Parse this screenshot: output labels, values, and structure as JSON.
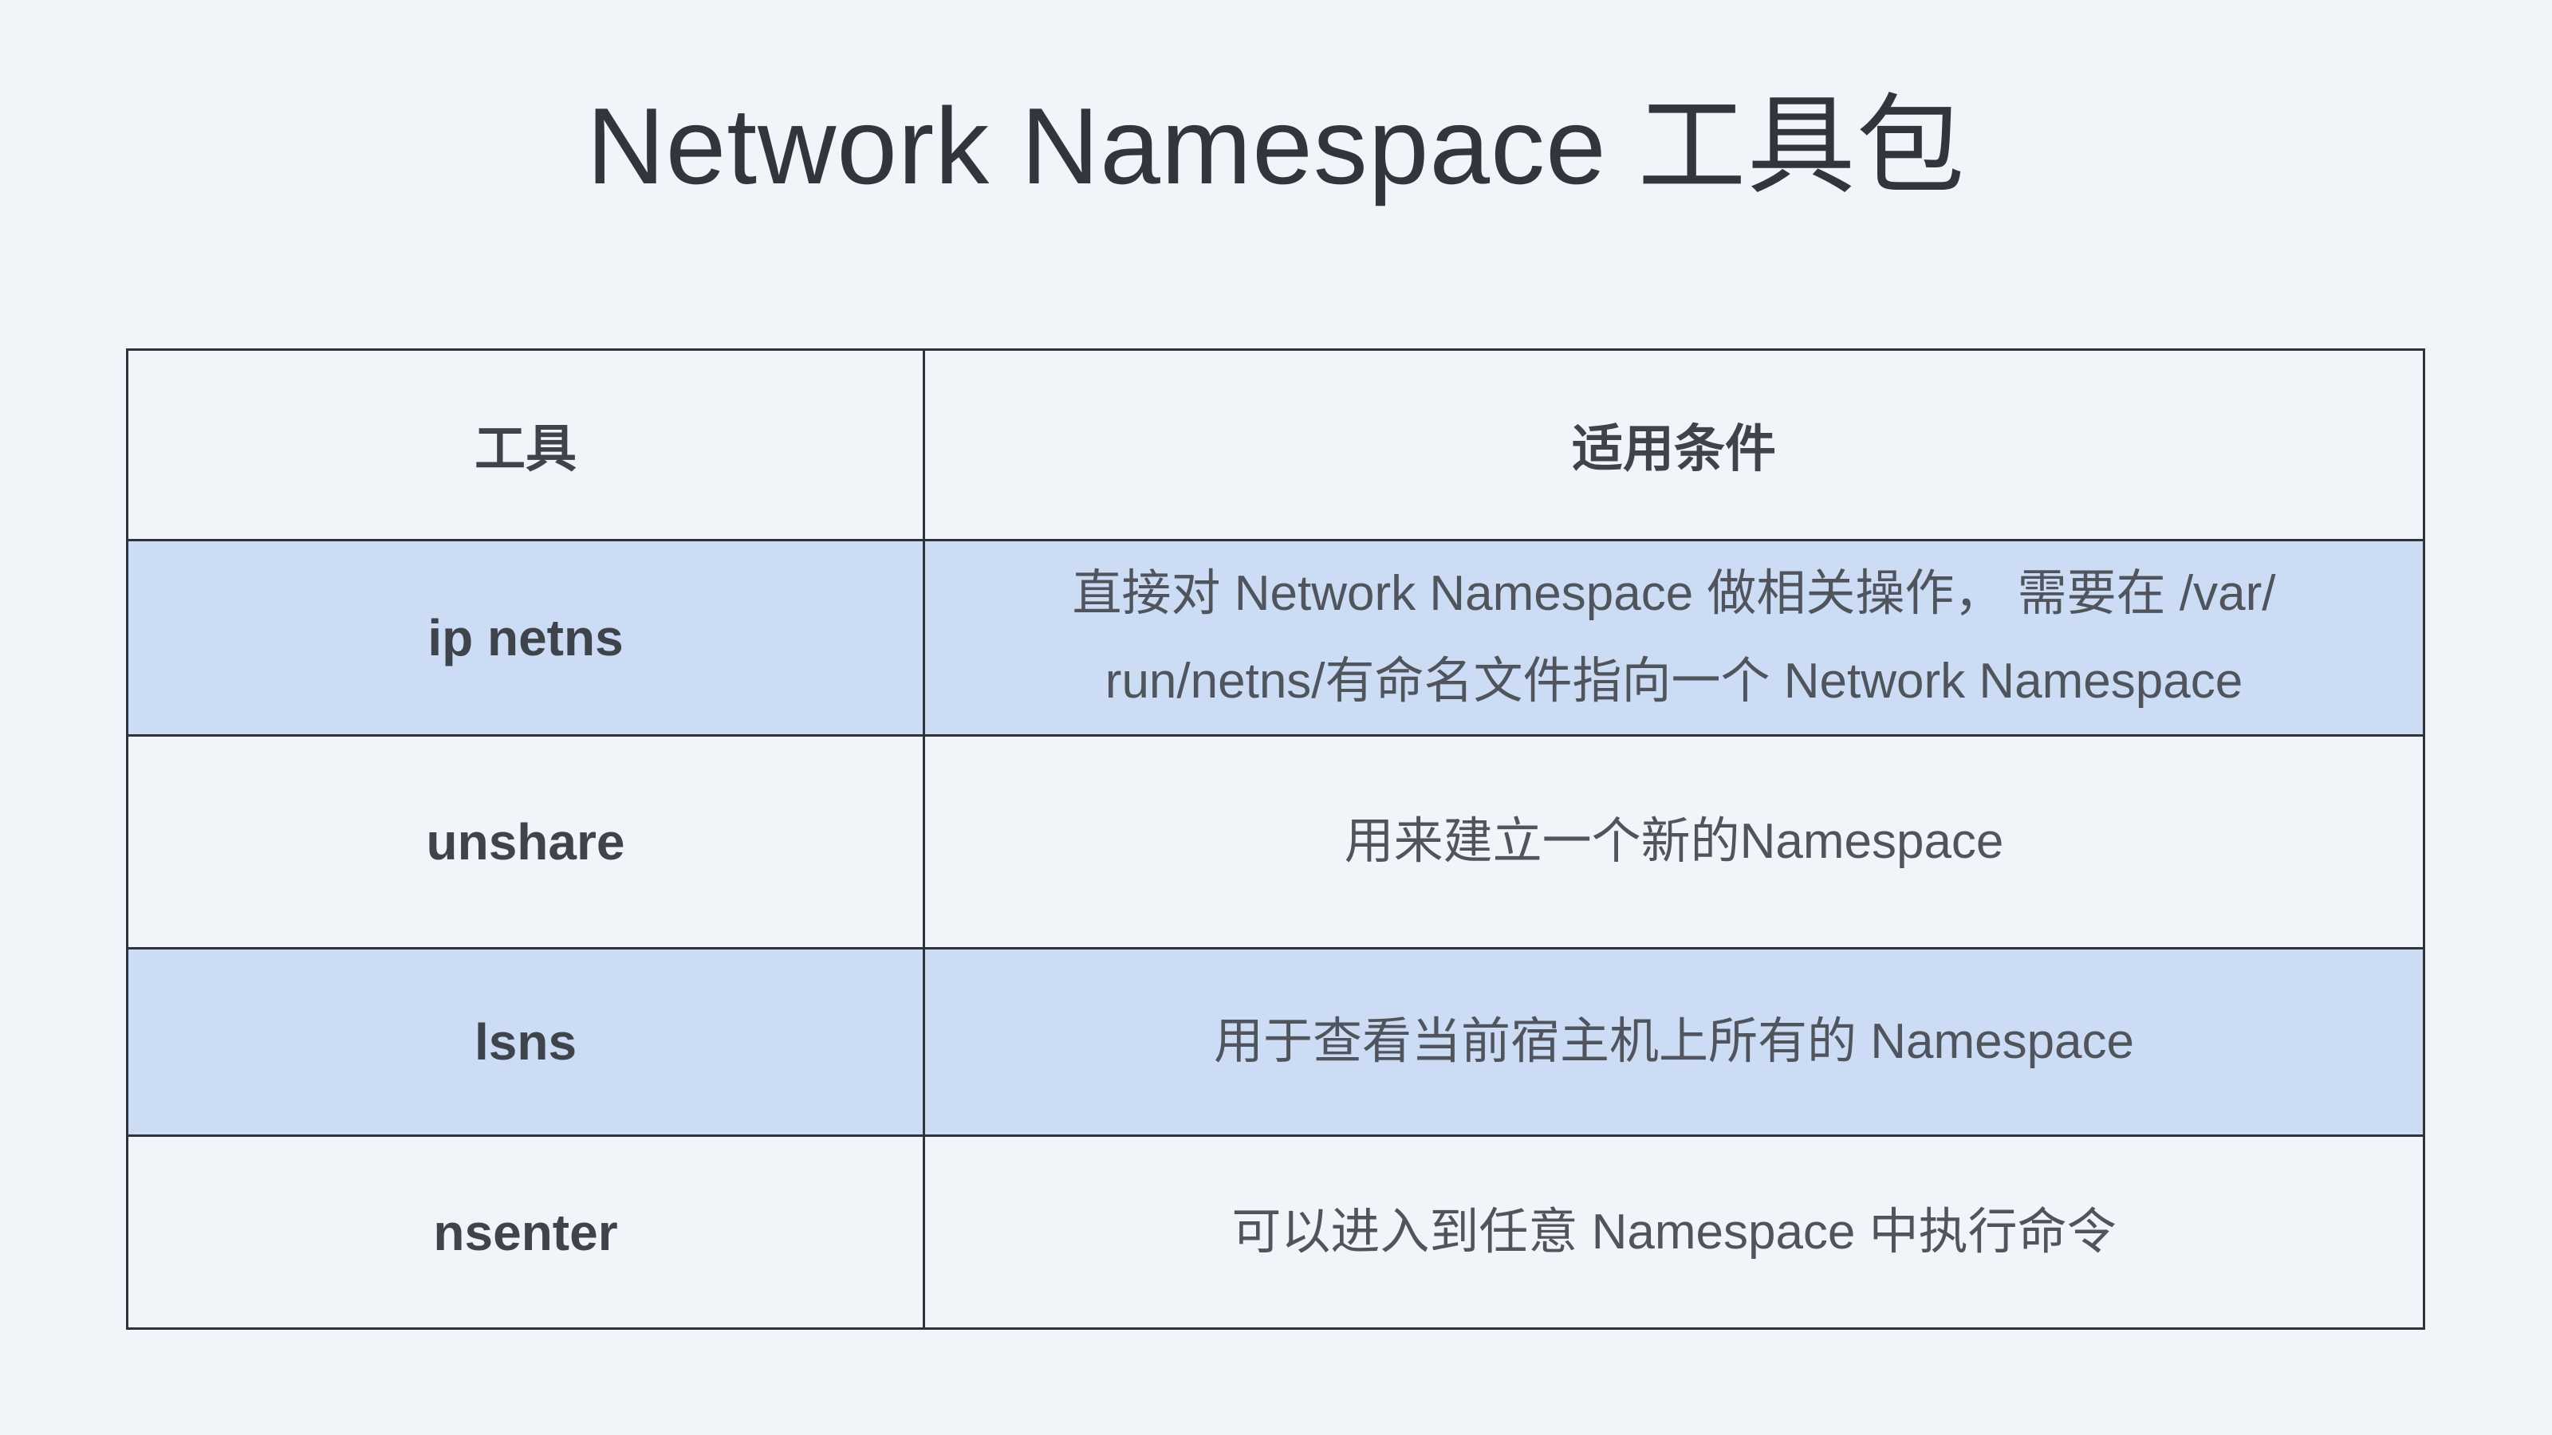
{
  "title": "Network Namespace 工具包",
  "table": {
    "headers": [
      "工具",
      "适用条件"
    ],
    "rows": [
      {
        "tool": "ip netns",
        "condition": "直接对 Network Namespace 做相关操作， 需要在 /var/\nrun/netns/有命名文件指向一个 Network Namespace",
        "highlighted": true
      },
      {
        "tool": "unshare",
        "condition": "用来建立一个新的Namespace",
        "highlighted": false
      },
      {
        "tool": "lsns",
        "condition": "用于查看当前宿主机上所有的 Namespace",
        "highlighted": true
      },
      {
        "tool": "nsenter",
        "condition": "可以进入到任意 Namespace 中执行命令",
        "highlighted": false
      }
    ]
  },
  "colors": {
    "background": "#F1F5FA",
    "row_highlight": "#CCDCF4",
    "border": "#2F343C",
    "title_text": "#31353C",
    "body_text": "#50555D"
  }
}
